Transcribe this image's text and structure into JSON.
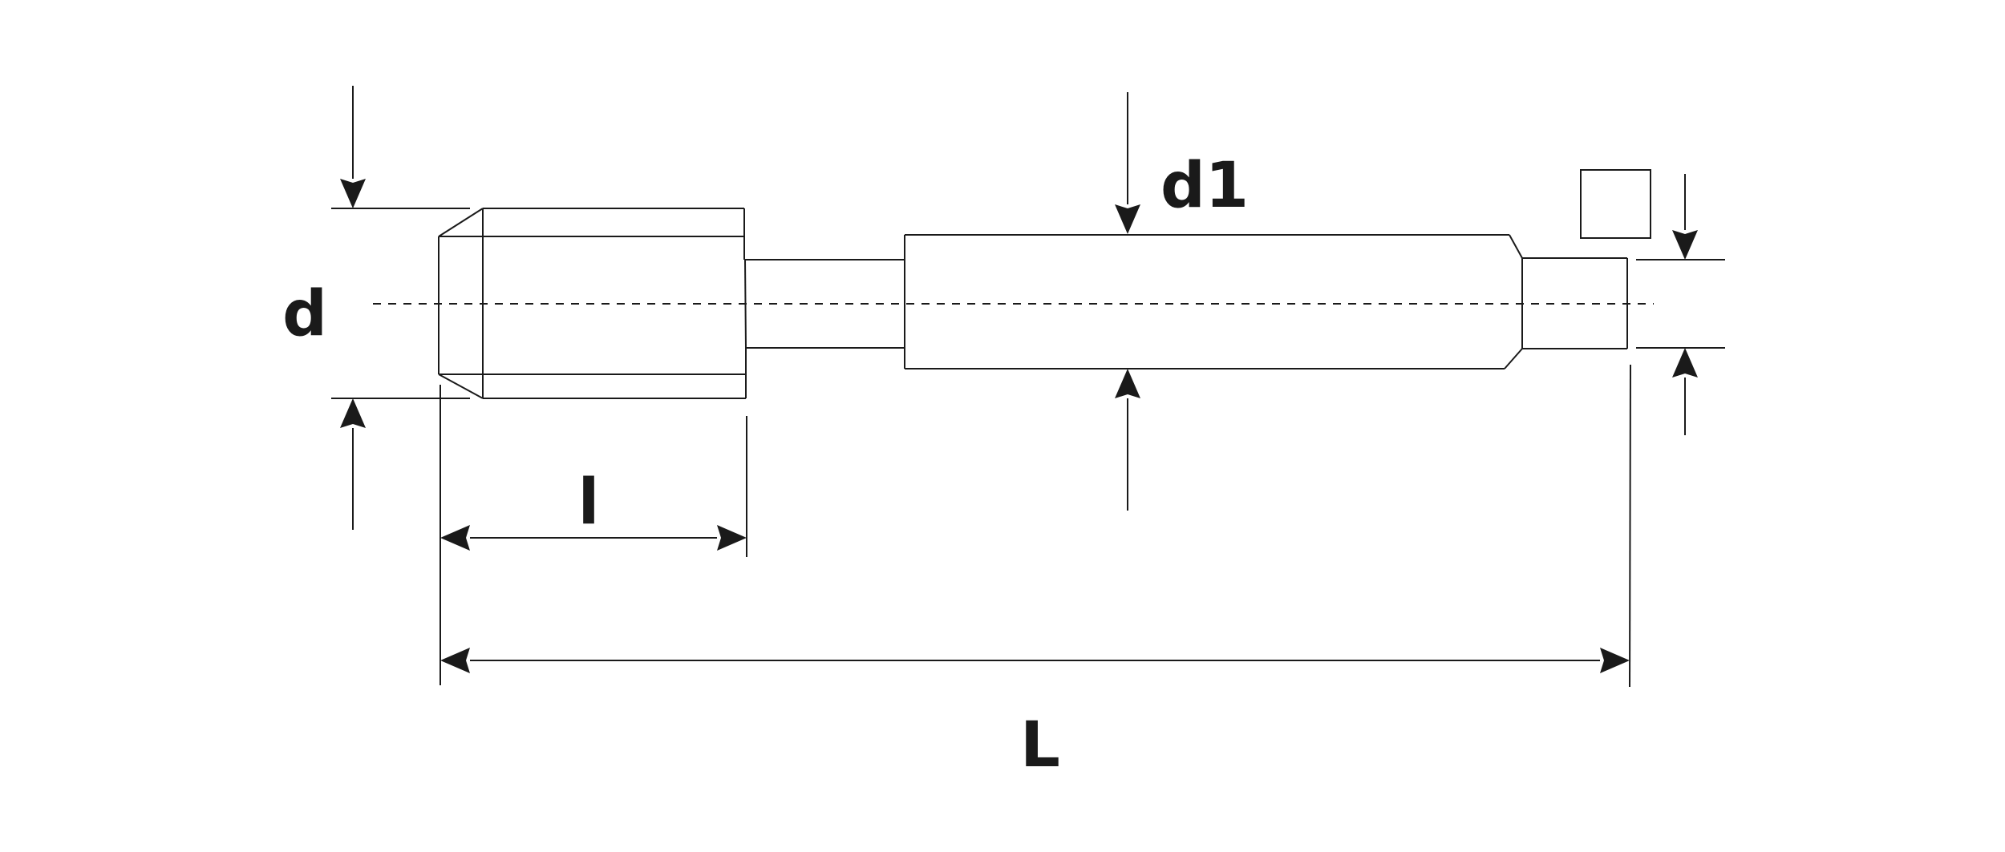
{
  "diagram": {
    "labels": {
      "d": "d",
      "d1": "d1",
      "l": "l",
      "L": "L"
    },
    "line_color": "#1a1a1a",
    "background": "#ffffff"
  }
}
